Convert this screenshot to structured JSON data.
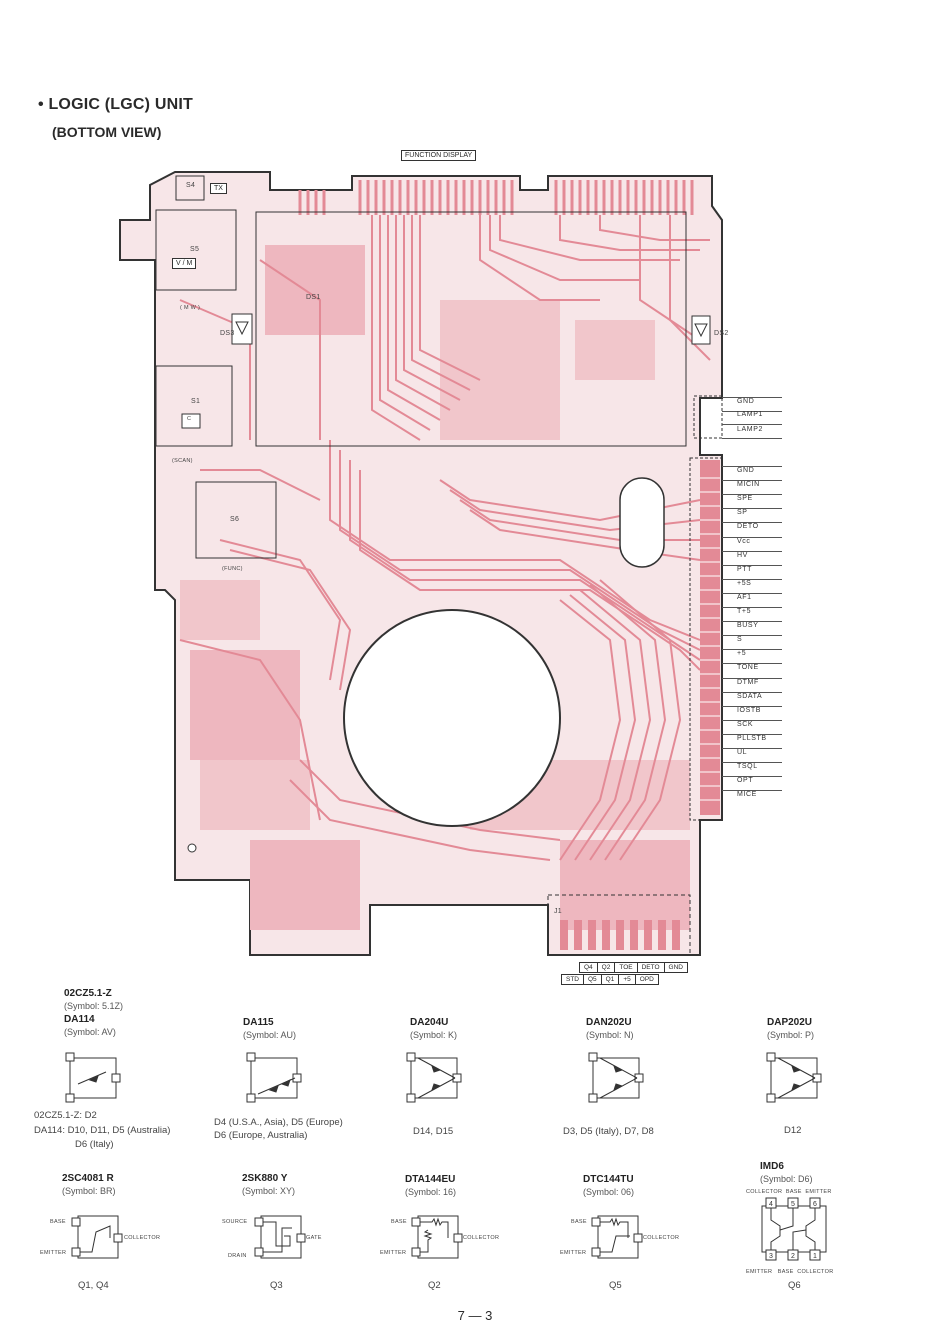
{
  "title": "• LOGIC (LGC) UNIT",
  "subtitle": "(BOTTOM VIEW)",
  "colors": {
    "trace": "#e38a96",
    "fill": "#f1c6cb",
    "dark": "#333333"
  },
  "board": {
    "function_display": "FUNCTION DISPLAY",
    "labels": {
      "tx": "TX",
      "vm": "V / M",
      "mw": "( M W )",
      "scan": "(SCAN)",
      "func": "(FUNC)",
      "c": "C"
    },
    "switches": {
      "s4": "S4",
      "s5": "S5",
      "s1": "S1",
      "s6": "S6"
    },
    "parts": {
      "ds1": "DS1",
      "ds3": "DS3",
      "ds2": "DS2",
      "j1": "J1"
    },
    "pins_top": [
      "GND",
      "LAMP1",
      "LAMP2"
    ],
    "pins_main": [
      "GND",
      "MICIN",
      "SPE",
      "SP",
      "DETO",
      "Vcc",
      "HV",
      "PTT",
      "+5S",
      "AF1",
      "T+5",
      "BUSY",
      "S",
      "+5",
      "TONE",
      "DTMF",
      "SDATA",
      "IOSTB",
      "SCK",
      "PLLSTB",
      "UL",
      "TSQL",
      "OPT",
      "MICE"
    ],
    "connector_row1": [
      "Q4",
      "Q2",
      "TOE",
      "DETO",
      "GND"
    ],
    "connector_row2": [
      "STD",
      "Q5",
      "Q1",
      "+5",
      "OPD"
    ]
  },
  "diodes": [
    {
      "pn": "02CZ5.1-Z",
      "sym": "(Symbol: 5.1Z)"
    },
    {
      "pn": "DA114",
      "sym": "(Symbol: AV)"
    },
    {
      "pn": "DA115",
      "sym": "(Symbol: AU)",
      "note": "D4 (U.S.A., Asia), D5 (Europe)\nD6 (Europe, Australia)"
    },
    {
      "pn": "DA204U",
      "sym": "(Symbol: K)",
      "note": "D14, D15"
    },
    {
      "pn": "DAN202U",
      "sym": "(Symbol: N)",
      "note": "D3, D5 (Italy), D7, D8"
    },
    {
      "pn": "DAP202U",
      "sym": "(Symbol: P)",
      "note": "D12"
    }
  ],
  "diode_note_1": "02CZ5.1-Z: D2",
  "diode_note_2": "DA114: D10, D11, D5 (Australia)",
  "diode_note_3": "D6 (Italy)",
  "transistors": [
    {
      "pn": "2SC4081  R",
      "sym": "(Symbol: BR)",
      "ref": "Q1, Q4",
      "pins": [
        "BASE",
        "EMITTER",
        "COLLECTOR"
      ]
    },
    {
      "pn": "2SK880  Y",
      "sym": "(Symbol: XY)",
      "ref": "Q3",
      "pins": [
        "SOURCE",
        "DRAIN",
        "GATE"
      ]
    },
    {
      "pn": "DTA144EU",
      "sym": "(Symbol: 16)",
      "ref": "Q2",
      "pins": [
        "BASE",
        "EMITTER",
        "COLLECTOR"
      ]
    },
    {
      "pn": "DTC144TU",
      "sym": "(Symbol: 06)",
      "ref": "Q5",
      "pins": [
        "BASE",
        "EMITTER",
        "COLLECTOR"
      ]
    },
    {
      "pn": "IMD6",
      "sym": "(Symbol: D6)",
      "ref": "Q6",
      "pins_top": "COLLECTOR  BASE  EMITTER",
      "pins_bottom": "EMITTER   BASE  COLLECTOR",
      "pin_nums": [
        "4",
        "5",
        "6",
        "3",
        "2",
        "1"
      ]
    }
  ],
  "page_number": "7 — 3"
}
